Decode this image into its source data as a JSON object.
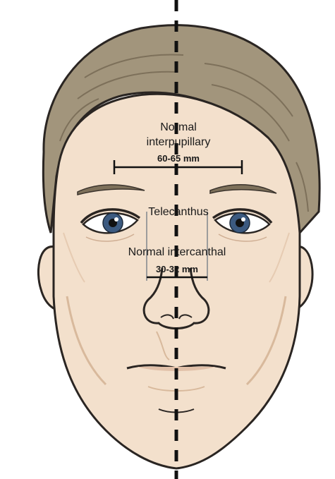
{
  "labels": {
    "interpupillary_line1": "Normal",
    "interpupillary_line2": "interpupillary",
    "interpupillary_value": "60-65 mm",
    "telecanthus": "Telecanthus",
    "intercanthal_line1": "Normal intercanthal",
    "intercanthal_value": "30-32 mm"
  },
  "colors": {
    "skin": "#f3e0cc",
    "skin_shade": "#e6cbb2",
    "hair": "#a2957c",
    "hair_dark": "#7d705a",
    "outline": "#2a2522",
    "iris": "#3c5a80",
    "midline": "#111111",
    "guide_lines": "#9c9c9c"
  }
}
